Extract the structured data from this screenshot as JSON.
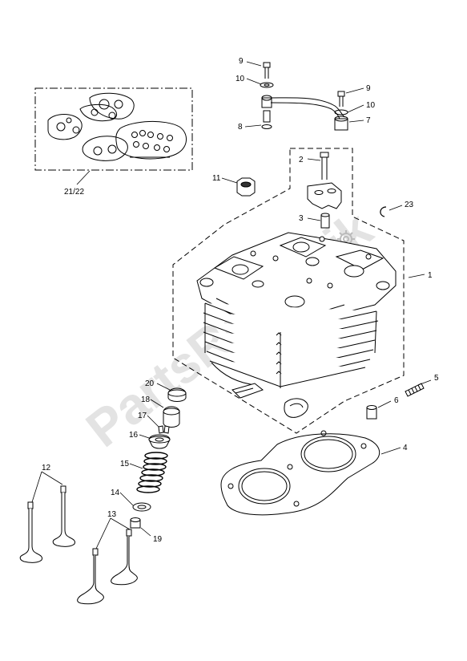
{
  "watermark": {
    "text": "PartsRepublik"
  },
  "callouts": {
    "c1": "1",
    "c2": "2",
    "c3": "3",
    "c4": "4",
    "c5": "5",
    "c6": "6",
    "c7": "7",
    "c8": "8",
    "c9a": "9",
    "c9b": "9",
    "c10a": "10",
    "c10b": "10",
    "c11": "11",
    "c12": "12",
    "c13": "13",
    "c14": "14",
    "c15": "15",
    "c16": "16",
    "c17": "17",
    "c18": "18",
    "c19": "19",
    "c20": "20",
    "c2122": "21/22",
    "c23": "23"
  },
  "parts": [
    {
      "ref": "cylinder-head",
      "icon": "cylinder-head-icon"
    },
    {
      "ref": "head-gasket",
      "icon": "head-gasket-icon"
    },
    {
      "ref": "gasket-kit",
      "icon": "gasket-kit-icon"
    },
    {
      "ref": "oil-feed-pipe",
      "icon": "oil-pipe-icon"
    },
    {
      "ref": "valves",
      "icon": "valve-icon"
    },
    {
      "ref": "valve-springs",
      "icon": "valve-spring-icon"
    }
  ],
  "colors": {
    "line": "#000000",
    "watermark": "#e3e3e3",
    "background": "#ffffff"
  }
}
